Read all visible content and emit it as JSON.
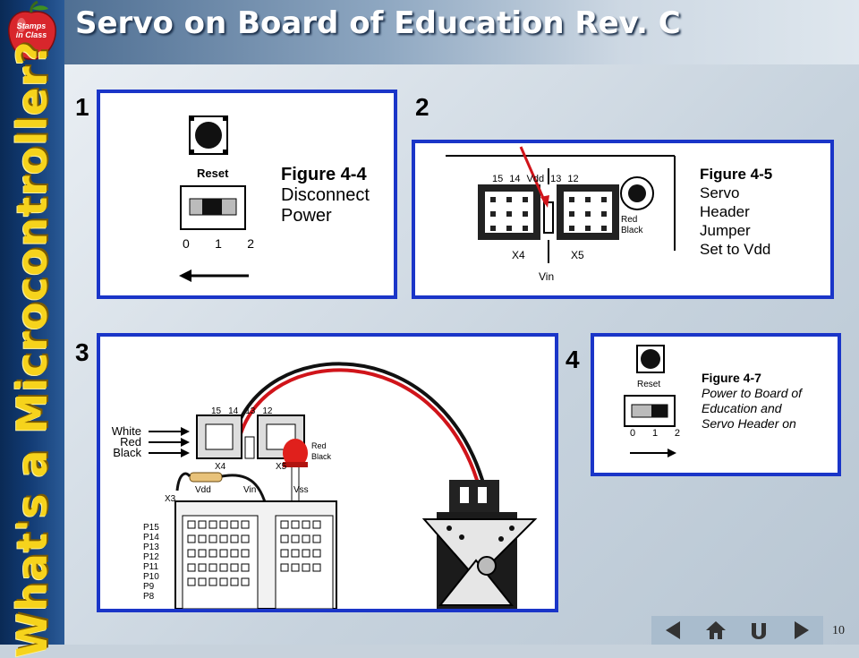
{
  "slide": {
    "title": "Servo on Board of Education Rev. C",
    "side_title": "What's a Microcontroller?",
    "logo_text": [
      "Stamps",
      "in Class"
    ],
    "page_number": "10"
  },
  "panels": [
    {
      "number": "1",
      "reset_label": "Reset",
      "switch_positions": [
        "0",
        "1",
        "2"
      ],
      "figure_title": "Figure 4-4",
      "caption_lines": [
        "Disconnect",
        "Power"
      ]
    },
    {
      "number": "2",
      "header_labels": [
        "15",
        "14",
        "Vdd",
        "13",
        "12"
      ],
      "x4": "X4",
      "x5": "X5",
      "vin": "Vin",
      "red": "Red",
      "black": "Black",
      "figure_title": "Figure 4-5",
      "caption_lines": [
        "Servo",
        "Header",
        "Jumper",
        "Set to Vdd"
      ]
    },
    {
      "number": "3",
      "wire_labels": [
        "White",
        "Red",
        "Black"
      ],
      "header_labels": [
        "15",
        "14",
        "13",
        "12"
      ],
      "x4": "X4",
      "x5": "X5",
      "x3": "X3",
      "vdd": "Vdd",
      "vin": "Vin",
      "vss": "Vss",
      "red": "Red",
      "black": "Black",
      "pins": [
        "P15",
        "P14",
        "P13",
        "P12",
        "P11",
        "P10",
        "P9",
        "P8"
      ]
    },
    {
      "number": "4",
      "reset_label": "Reset",
      "switch_positions": [
        "0",
        "1",
        "2"
      ],
      "figure_title": "Figure 4-7",
      "caption_lines": [
        "Power to Board of",
        "Education and",
        "Servo Header on"
      ]
    }
  ],
  "nav": {
    "buttons": [
      "previous-icon",
      "home-icon",
      "return-icon",
      "next-icon"
    ]
  },
  "colors": {
    "panel_border": "#1a35c8",
    "title_text": "#ffffff",
    "side_title": "#f6d31c"
  }
}
